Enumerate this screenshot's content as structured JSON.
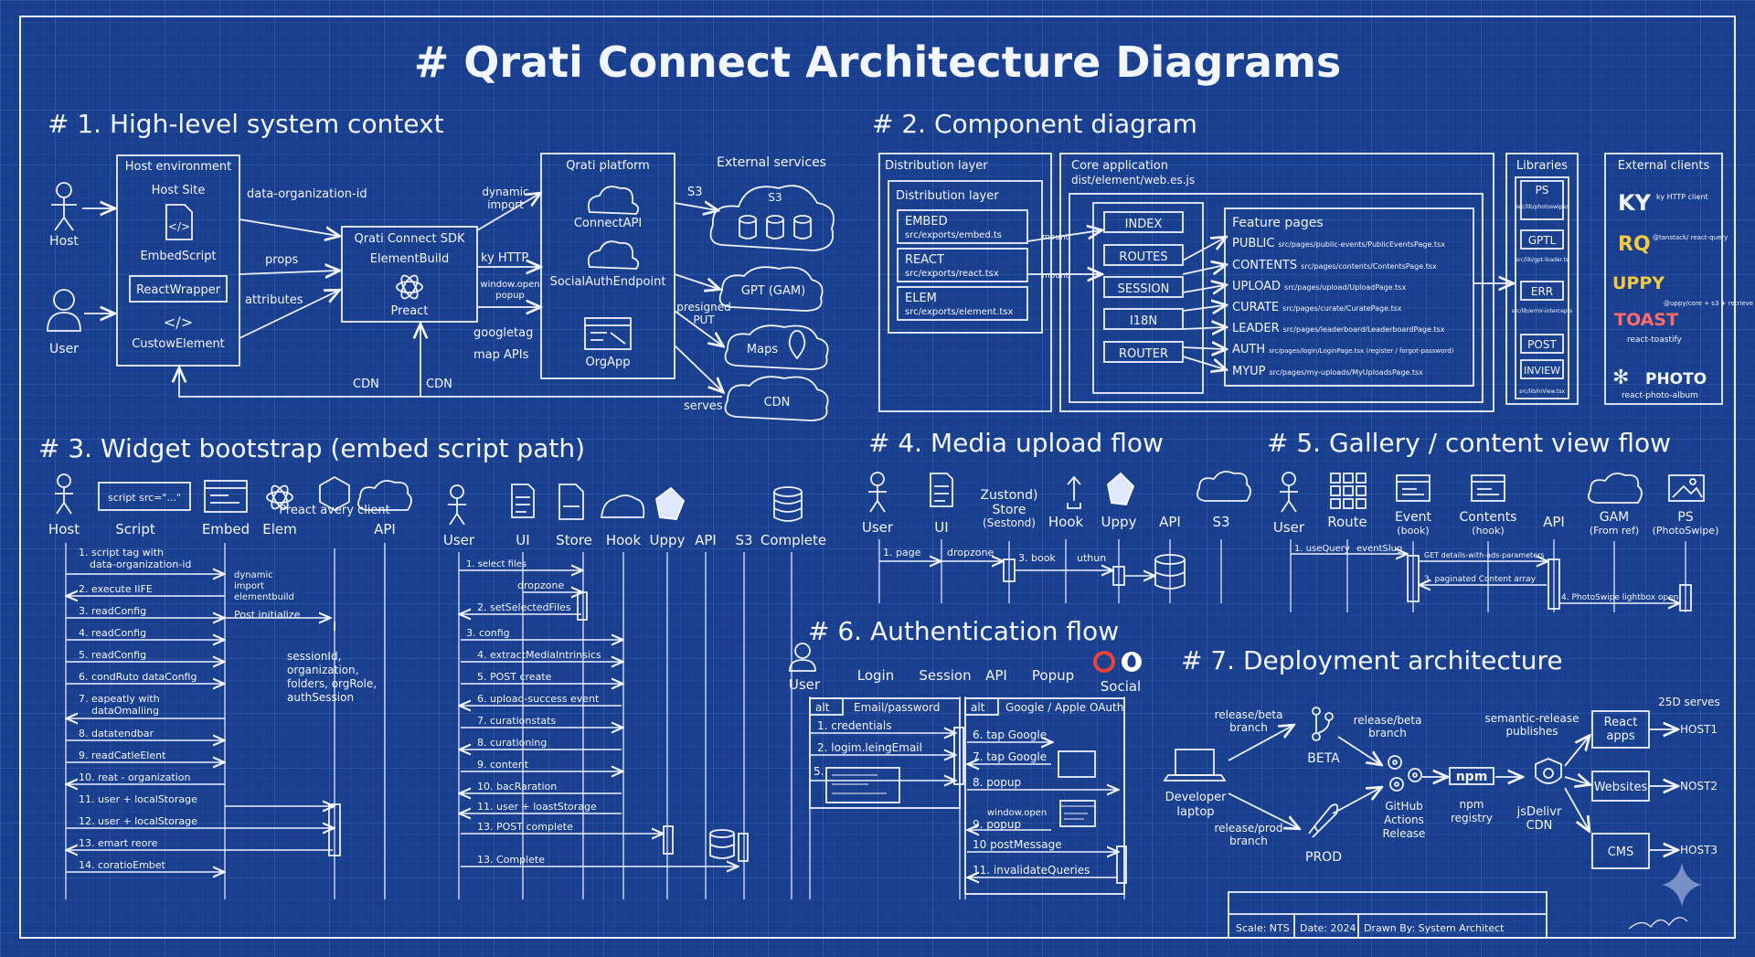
{
  "title": "# Qrati Connect Architecture Diagrams",
  "s1": {
    "heading": "# 1. High-level system context",
    "host": "Host",
    "user": "User",
    "host_env": "Host environment",
    "host_site": "Host Site",
    "embed_script": "EmbedScript",
    "react_wrapper": "ReactWrapper",
    "custom_element": "CustowElement",
    "data_org": "data-organization-id",
    "props": "props",
    "attributes": "attributes",
    "sdk_title": "Qrati Connect SDK",
    "element_build": "ElementBuild",
    "preact": "Preact",
    "dynamic_import": "dynamic\nimport",
    "ky_http": "ky HTTP",
    "window_open": "window.open\npopup",
    "googletag": "googletag",
    "map_apis": "map APIs",
    "platform_title": "Qrati platform",
    "connect_api": "ConnectAPI",
    "social_auth": "SocialAuthEndpoint",
    "org_app": "OrgApp",
    "external_services": "External services",
    "s3_label": "S3",
    "s3_cloud": "S3",
    "presigned": "presigned\nPUT",
    "gpt": "GPT (GAM)",
    "maps": "Maps",
    "cdn": "CDN",
    "cdn_left": "CDN",
    "cdn_right": "CDN",
    "serves": "serves"
  },
  "s2": {
    "heading": "# 2. Component diagram",
    "dist_outer": "Distribution layer",
    "dist_inner": "Distribution layer",
    "embed_name": "EMBED",
    "embed_path": "src/exports/embed.ts",
    "react_name": "REACT",
    "react_path": "src/exports/react.tsx",
    "elem_name": "ELEM",
    "elem_path": "src/exports/element.tsx",
    "mount1": "mount",
    "mount2": "mount",
    "core_title": "Core application",
    "core_path": "dist/element/web.es.js",
    "modules": [
      "INDEX",
      "ROUTES",
      "SESSION",
      "I18N",
      "ROUTER"
    ],
    "feature_title": "Feature pages",
    "features": [
      {
        "name": "PUBLIC",
        "path": "src/pages/public-events/PublicEventsPage.tsx"
      },
      {
        "name": "CONTENTS",
        "path": "src/pages/contents/ContentsPage.tsx"
      },
      {
        "name": "UPLOAD",
        "path": "src/pages/upload/UploadPage.tsx"
      },
      {
        "name": "CURATE",
        "path": "src/pages/curate/CuratePage.tsx"
      },
      {
        "name": "LEADER",
        "path": "src/pages/leaderboard/LeaderboardPage.tsx"
      },
      {
        "name": "AUTH",
        "path": "src/pages/login/LoginPage.tsx (register / forgot-password)"
      },
      {
        "name": "MYUP",
        "path": "src/pages/my-uploads/MyUploadsPage.tsx"
      }
    ],
    "libraries_title": "Libraries",
    "libraries": [
      {
        "name": "PS",
        "path": "src/lib/photoswipe/"
      },
      {
        "name": "GPTL",
        "path": "src/lib/gpt-loader.ts"
      },
      {
        "name": "ERR",
        "path": "src/lib/error-intercepts"
      },
      {
        "name": "POST",
        "path": ""
      },
      {
        "name": "INVIEW",
        "path": "src/lib/inView.tsx"
      }
    ],
    "external_title": "External clients",
    "clients": [
      {
        "name": "KY",
        "sub": "ky HTTP client",
        "color": "#ffffff"
      },
      {
        "name": "RQ",
        "sub": "@tanstack/ react-query",
        "color": "#f5c842"
      },
      {
        "name": "UPPY",
        "sub": "@uppy/core + s3 + retrieve",
        "color": "#f5c842"
      },
      {
        "name": "TOAST",
        "sub": "react-toastify",
        "color": "#ff6b6b"
      },
      {
        "name": "PHOTO",
        "sub": "react-photo-album",
        "color": "#ffffff"
      }
    ]
  },
  "s3": {
    "heading": "# 3. Widget bootstrap (embed script path)",
    "actors": [
      "Host",
      "Script",
      "Embed",
      "Elem",
      "Preact avery client",
      "API"
    ],
    "script_box": "script src=\"...\"",
    "steps": [
      "1. script tag with data-organization-id",
      "2. execute IIFE",
      "3. readConfig",
      "4. readConfig",
      "5. readConfig",
      "6. condRuto dataConfig",
      "7. eapeatly with dataOmaliing",
      "8. datatendbar",
      "9. readCatleElent",
      "10. reat - organization",
      "11. user + localStorage",
      "12. user + localStorage",
      "13. emart reore",
      "14. coratioEmbet"
    ],
    "note_dynamic": "dynamic\nimport\nelementbuild",
    "note_post": "Post initialize",
    "note_session": "sessionId,\norganization,\nfolders, orgRole,\nauthSession"
  },
  "s3b": {
    "actors": [
      "User",
      "UI",
      "Store",
      "Hook",
      "Uppy",
      "API",
      "S3",
      "Complete"
    ],
    "steps": [
      "1. select files",
      "dropzone",
      "2. setSelectedFiles",
      "3. config",
      "4. extractMediaIntrinsics",
      "5. POST create",
      "6. upload-success event",
      "7. curationstats",
      "8. curationing",
      "9. content",
      "10. bacRaration",
      "11. user + loastStorage",
      "13. POST complete",
      "13. Complete"
    ]
  },
  "s4": {
    "heading": "# 4. Media upload flow",
    "actors": [
      "User",
      "UI",
      "Zustond Store (Sestond)",
      "Hook",
      "Uppy",
      "API",
      "S3"
    ],
    "steps": [
      "1. page",
      "dropzone",
      "3. book",
      "uthun"
    ]
  },
  "s5": {
    "heading": "# 5. Gallery / content view flow",
    "actors": [
      "User",
      "Route",
      "Event (book)",
      "Contents (hook)",
      "API",
      "GAM (From ref)",
      "PS (PhotoSwipe)"
    ],
    "steps": [
      "1. useQuery",
      "eventSlug",
      "GET details-with-ads-parameters",
      "3. paginated Content array",
      "4. PhotoSwipe lightbox open"
    ]
  },
  "s6": {
    "heading": "# 6. Authentication flow",
    "actors": [
      "User",
      "Login",
      "Session",
      "API",
      "Popup",
      "Social"
    ],
    "alt1": "alt",
    "alt1_label": "Email/password",
    "alt2": "alt",
    "alt2_label": "Google / Apple OAuth",
    "left_steps": [
      "1. credentials",
      "2. logim.leingEmail",
      "5."
    ],
    "right_steps": [
      "6. tap Google",
      "7. tap Google",
      "8. popup",
      "window.open",
      "9. popup",
      "10 postMessage",
      "11. invalidateQueries"
    ]
  },
  "s7": {
    "heading": "# 7. Deployment architecture",
    "dev": "Developer\nlaptop",
    "beta_branch": "release/beta\nbranch",
    "beta_branch2": "release/beta\nbranch",
    "prod_branch": "release/prod\nbranch",
    "beta": "BETA",
    "prod": "PROD",
    "github": "GitHub\nActions\nRelease",
    "npm": "npm",
    "npm_registry": "npm\nregistry",
    "semantic": "semantic-release\npublishes",
    "jsdelivr": "jsDelivr\nCDN",
    "react_apps": "React\napps",
    "websites": "Websites",
    "cms": "CMS",
    "serves": "25D serves",
    "host1": "HOST1",
    "host2": "NOST2",
    "host3": "HOST3"
  },
  "footer": {
    "scale": "Scale: NTS",
    "date": "Date: 2024",
    "drawn": "Drawn By: System Architect"
  }
}
